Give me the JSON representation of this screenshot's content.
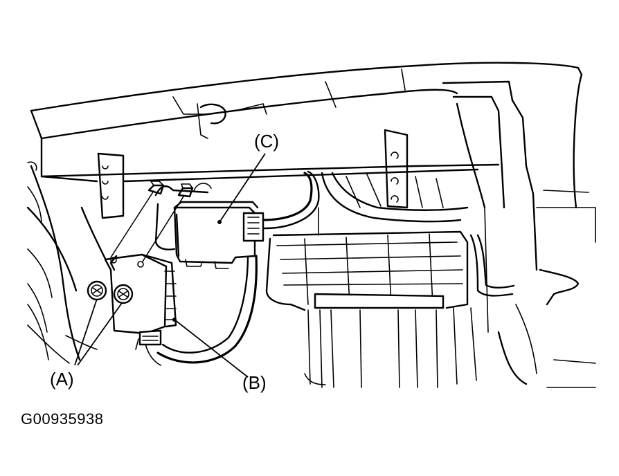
{
  "callouts": {
    "a": "(A)",
    "b": "(B)",
    "c": "(C)"
  },
  "figure_code": "G00935938"
}
